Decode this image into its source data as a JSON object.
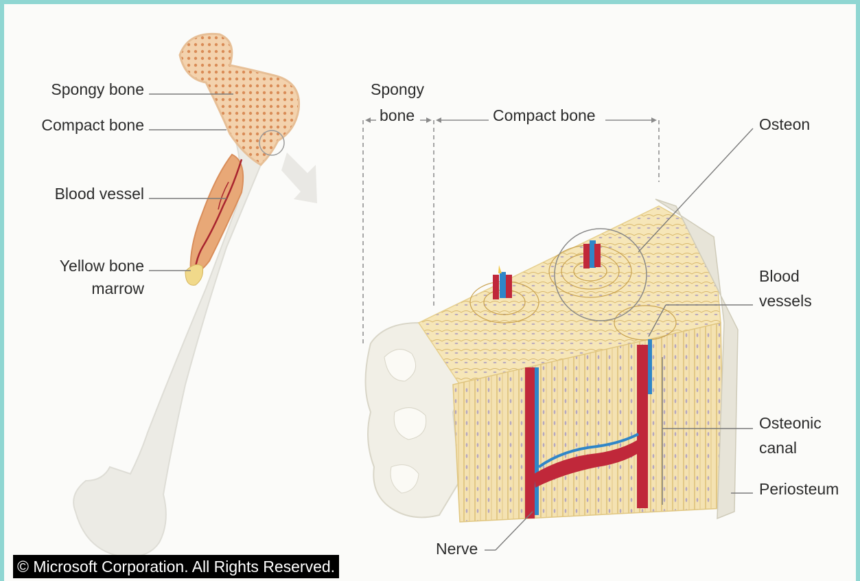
{
  "labels": {
    "spongy_bone_left": "Spongy bone",
    "compact_bone_left": "Compact bone",
    "blood_vessel": "Blood vessel",
    "yellow_marrow_1": "Yellow bone",
    "yellow_marrow_2": "marrow",
    "spongy_top_1": "Spongy",
    "spongy_top_2": "bone",
    "compact_top": "Compact bone",
    "osteon": "Osteon",
    "blood_vessels_1": "Blood",
    "blood_vessels_2": "vessels",
    "osteonic_canal_1": "Osteonic",
    "osteonic_canal_2": "canal",
    "periosteum": "Periosteum",
    "nerve": "Nerve"
  },
  "copyright": "© Microsoft Corporation. All Rights Reserved.",
  "colors": {
    "background_border": "#8fd6d2",
    "bone_shaft": "#ecebe5",
    "bone_head": "#f0c9a4",
    "marrow_cavity": "#e8a877",
    "compact_tissue": "#f6e6b8",
    "artery": "#c0283a",
    "vein": "#2f86c8",
    "leader_line": "#7a7a7a"
  }
}
